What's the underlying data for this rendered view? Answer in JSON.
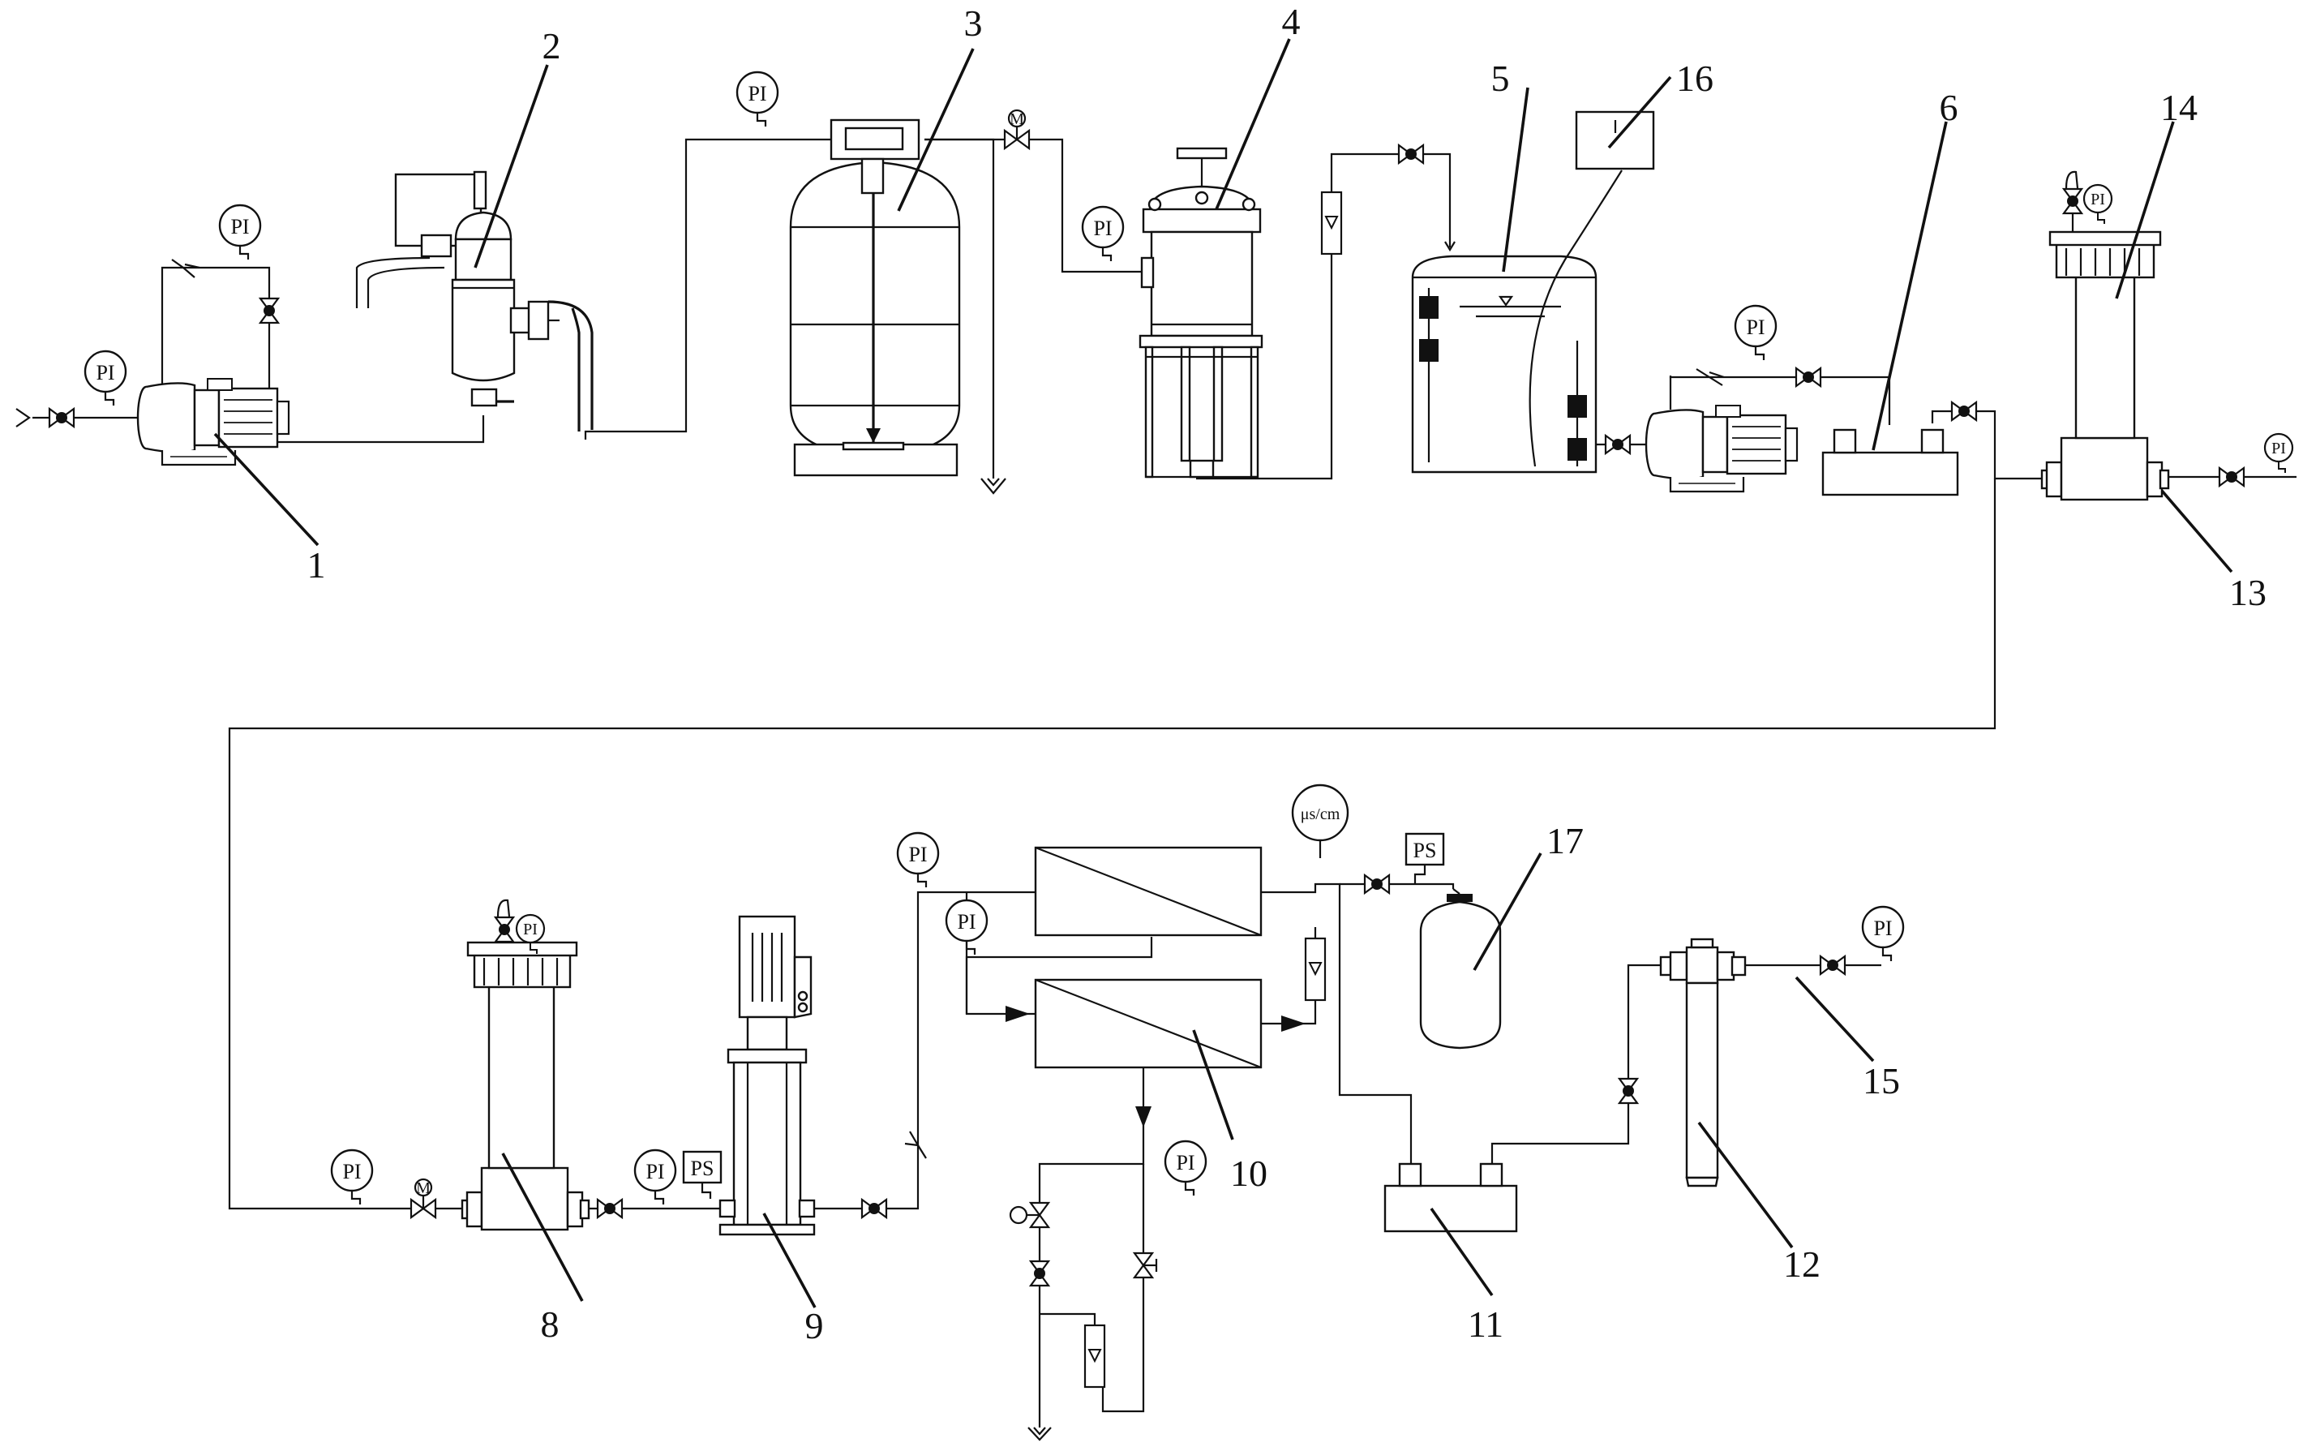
{
  "diagram": {
    "callouts": [
      "1",
      "2",
      "3",
      "4",
      "5",
      "6",
      "8",
      "9",
      "10",
      "11",
      "12",
      "13",
      "14",
      "15",
      "16",
      "17"
    ],
    "instrument_labels": {
      "pressure": "PI",
      "pressure_switch": "PS",
      "conductivity": "μs/cm",
      "motorized_valve": "M"
    }
  }
}
